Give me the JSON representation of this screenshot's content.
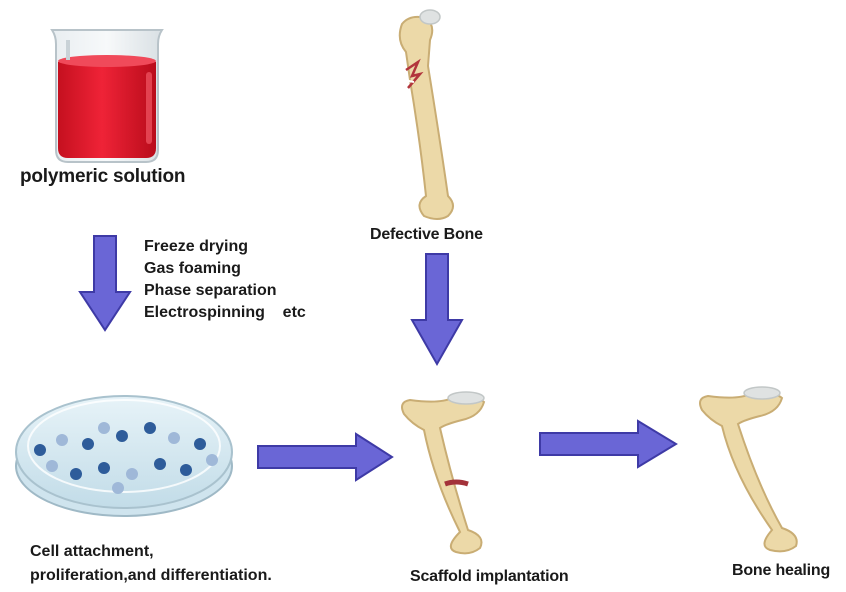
{
  "labels": {
    "polymeric_solution": "polymeric solution",
    "defective_bone": "Defective Bone",
    "methods": [
      "Freeze drying",
      "Gas foaming",
      "Phase separation",
      "Electrospinning    etc"
    ],
    "cell_line1": "Cell attachment,",
    "cell_line2": "proliferation,and differentiation.",
    "scaffold_implantation": "Scaffold implantation",
    "bone_healing": "Bone healing"
  },
  "colors": {
    "arrow_fill": "#6a66d6",
    "arrow_stroke": "#3e3aa6",
    "solution_red": "#e3192f",
    "bone": "#ecd9a8",
    "bone_outline": "#c9ad74",
    "cartilage": "#dfe2e2",
    "dish": "#d8ebf2",
    "cell_dark": "#2e5c9a",
    "cell_light": "#9fb8d8",
    "defect_band": "#a3323a"
  },
  "icons": [
    "beaker-icon",
    "bone-icon",
    "petri-dish-icon",
    "arrow-down-icon",
    "arrow-right-icon"
  ]
}
